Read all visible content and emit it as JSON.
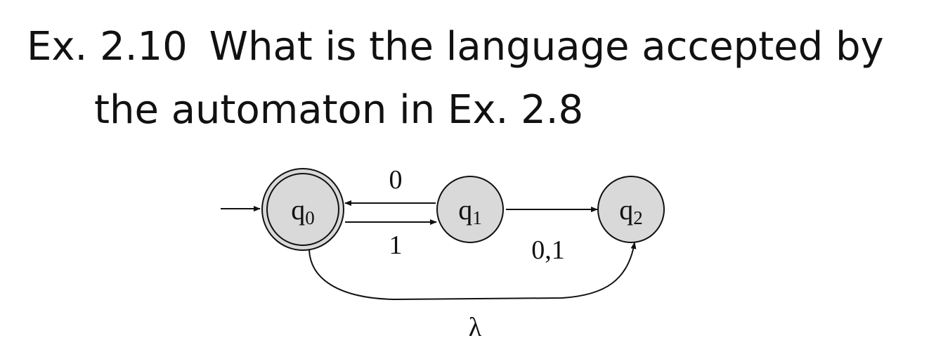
{
  "title": {
    "number": "Ex. 2.10",
    "question_line1": "What is the language accepted by",
    "question_line2": "the automaton in Ex. 2.8"
  },
  "automaton": {
    "states": [
      {
        "id": "q0",
        "symbol": "q",
        "subscript": "0",
        "initial": true,
        "accepting": true
      },
      {
        "id": "q1",
        "symbol": "q",
        "subscript": "1",
        "initial": false,
        "accepting": false
      },
      {
        "id": "q2",
        "symbol": "q",
        "subscript": "2",
        "initial": false,
        "accepting": false
      }
    ],
    "transitions": [
      {
        "from": "q1",
        "to": "q0",
        "label": "0"
      },
      {
        "from": "q0",
        "to": "q1",
        "label": "1"
      },
      {
        "from": "q1",
        "to": "q2",
        "label": "0,1"
      },
      {
        "from": "q0",
        "to": "q2",
        "label": "λ"
      }
    ],
    "colors": {
      "state_fill": "#d9d9d9",
      "stroke": "#111111"
    }
  }
}
